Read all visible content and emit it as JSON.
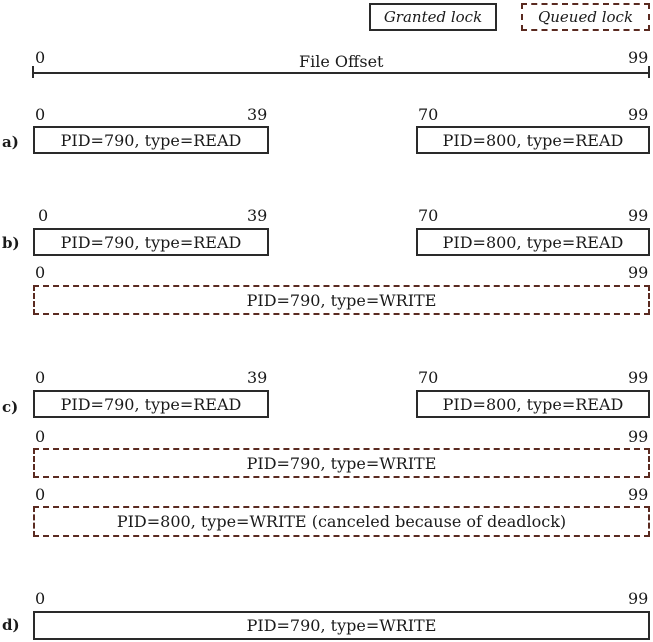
{
  "legend": {
    "granted": "Granted lock",
    "queued": "Queued lock"
  },
  "axis": {
    "start": "0",
    "end": "99",
    "label": "File Offset"
  },
  "rows": {
    "a": {
      "label": "a)",
      "read790": {
        "start": "0",
        "end": "39",
        "text": "PID=790, type=READ"
      },
      "read800": {
        "start": "70",
        "end": "99",
        "text": "PID=800, type=READ"
      }
    },
    "b": {
      "label": "b)",
      "read790": {
        "start": "0",
        "end": "39",
        "text": "PID=790, type=READ"
      },
      "read800": {
        "start": "70",
        "end": "99",
        "text": "PID=800, type=READ"
      },
      "write790": {
        "start": "0",
        "end": "99",
        "text": "PID=790, type=WRITE"
      }
    },
    "c": {
      "label": "c)",
      "read790": {
        "start": "0",
        "end": "39",
        "text": "PID=790, type=READ"
      },
      "read800": {
        "start": "70",
        "end": "99",
        "text": "PID=800, type=READ"
      },
      "write790": {
        "start": "0",
        "end": "99",
        "text": "PID=790, type=WRITE"
      },
      "write800": {
        "start": "0",
        "end": "99",
        "text": "PID=800, type=WRITE (canceled because of deadlock)"
      }
    },
    "d": {
      "label": "d)",
      "write790": {
        "start": "0",
        "end": "99",
        "text": "PID=790, type=WRITE"
      }
    }
  }
}
